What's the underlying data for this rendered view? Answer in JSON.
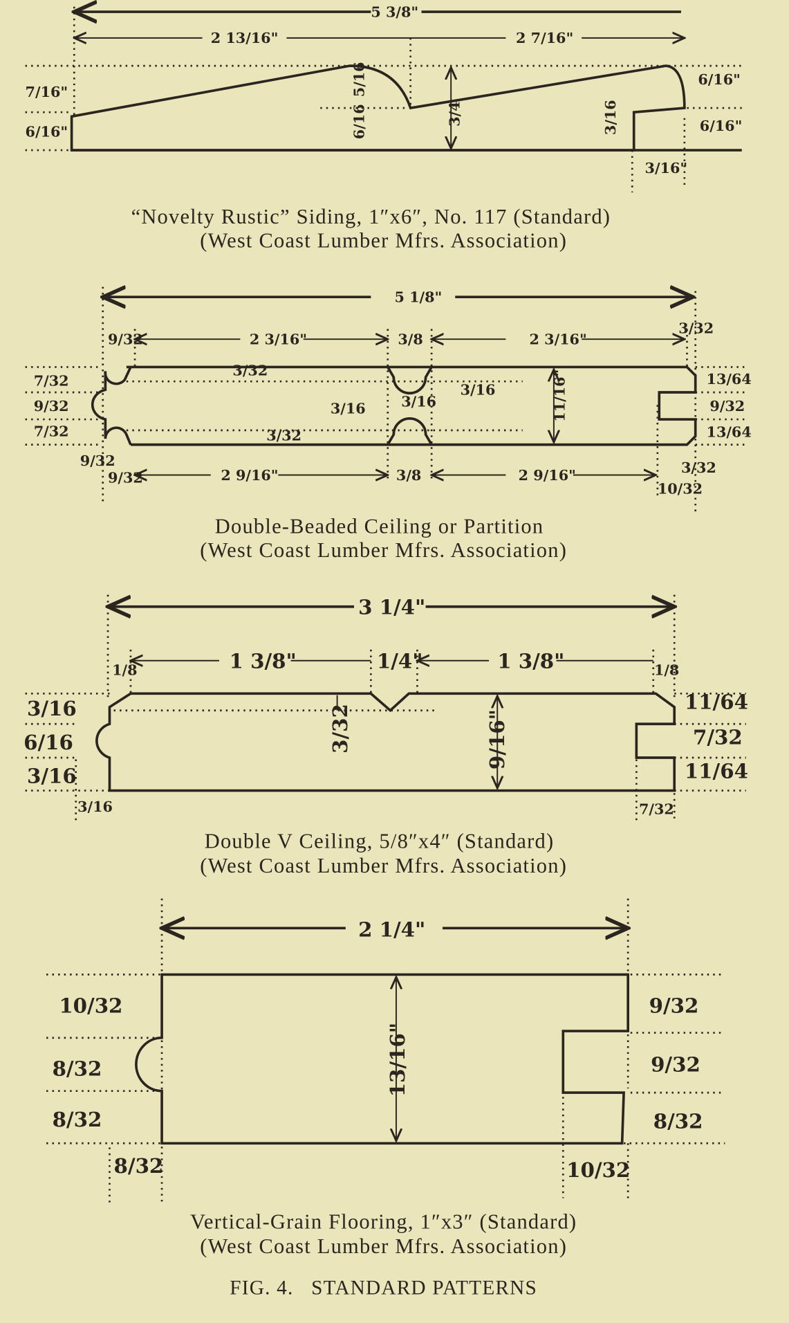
{
  "figure_title": "FIG. 4.   STANDARD PATTERNS",
  "patterns": [
    {
      "caption": "“Novelty Rustic” Siding, 1″x6″, No. 117 (Standard)",
      "source": "(West Coast Lumber Mfrs. Association)",
      "dims": {
        "overall": "5 3/8\"",
        "left": "2 13/16\"",
        "right": "2 7/16\"",
        "left_top": "7/16\"",
        "left_bottom": "6/16\"",
        "right_top": "6/16\"",
        "right_bottom": "6/16\"",
        "center_upper": "5/16",
        "center_lower": "6/16",
        "height": "3/4",
        "step": "3/16",
        "lap": "3/16\""
      }
    },
    {
      "caption": "Double-Beaded Ceiling or Partition",
      "source": "(West Coast Lumber Mfrs. Association)",
      "dims": {
        "overall": "5 1/8\"",
        "edge_left": "9/32",
        "face_left": "2 3/16\"",
        "bead": "3/8",
        "face_right": "2 3/16\"",
        "edge_right": "3/32",
        "l1": "7/32",
        "l2": "9/32",
        "l3": "7/32",
        "l4": "9/32",
        "l5": "9/32",
        "r1": "13/64",
        "r2": "9/32",
        "r3": "13/64",
        "b_left": "2 9/16\"",
        "b_mid": "3/8",
        "b_right": "2 9/16\"",
        "b_r": "10/32",
        "b_r2": "3/32",
        "i1": "3/32",
        "i2": "3/32",
        "i3": "3/16",
        "i4": "3/16",
        "i5": "3/16",
        "thick": "11/16\""
      }
    },
    {
      "caption": "Double V Ceiling, 5/8″x4″ (Standard)",
      "source": "(West Coast Lumber Mfrs. Association)",
      "dims": {
        "overall": "3 1/4\"",
        "e1": "1/8",
        "f1": "1 3/8\"",
        "v": "1/4\"",
        "f2": "1 3/8\"",
        "e2": "1/8",
        "l1": "3/16",
        "l2": "6/16",
        "l3": "3/16",
        "l4": "3/16",
        "vdepth": "3/32",
        "thick": "9/16\"",
        "r1": "11/64",
        "r2": "7/32",
        "r3": "11/64",
        "r4": "7/32"
      }
    },
    {
      "caption": "Vertical-Grain Flooring, 1″x3″ (Standard)",
      "source": "(West Coast Lumber Mfrs. Association)",
      "dims": {
        "overall": "2 1/4\"",
        "l1": "10/32",
        "l2": "8/32",
        "l3": "8/32",
        "l4": "8/32",
        "thick": "13/16\"",
        "r1": "9/32",
        "r2": "9/32",
        "r3": "8/32",
        "r4": "10/32"
      }
    }
  ]
}
